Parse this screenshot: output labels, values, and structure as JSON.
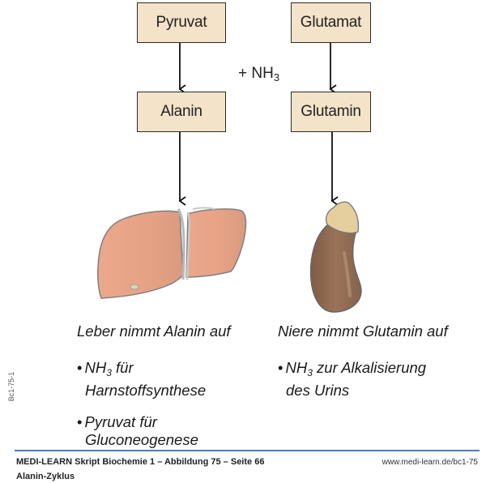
{
  "diagram": {
    "boxes": {
      "pyruvat": "Pyruvat",
      "glutamat": "Glutamat",
      "alanin": "Alanin",
      "glutamin": "Glutamin"
    },
    "reagent": {
      "prefix": "+ NH",
      "subscript": "3"
    },
    "liver": {
      "title": "Leber nimmt Alanin auf",
      "bullets": [
        {
          "pre": "NH",
          "sub": "3",
          "post": " für",
          "line2": "Harnstoffsynthese"
        },
        {
          "pre": "Pyruvat für",
          "sub": "",
          "post": "",
          "line2": "Gluconeogenese"
        }
      ]
    },
    "kidney": {
      "title": "Niere nimmt Glutamin auf",
      "bullets": [
        {
          "pre": "NH",
          "sub": "3",
          "post": " zur Alkalisierung",
          "line2": "des Urins"
        }
      ]
    },
    "colors": {
      "box_fill": "#f3e3c8",
      "liver": "#e8a68a",
      "kidney": "#8e6a52",
      "kidney_cap": "#e6cf9e",
      "rule": "#4a7db8"
    }
  },
  "side_id": "Bc1-75-1",
  "footer": {
    "line1": "MEDI-LEARN Skript Biochemie 1 – Abbildung 75 – Seite 66",
    "line2": "Alanin-Zyklus",
    "url": "www.medi-learn.de/bc1-75"
  }
}
